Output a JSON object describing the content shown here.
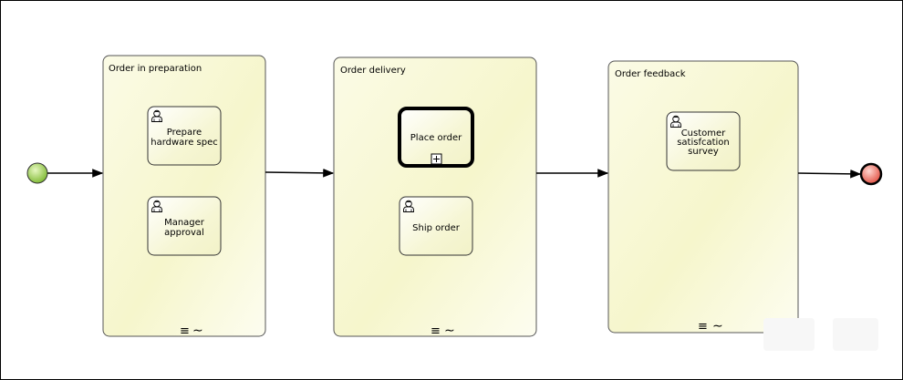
{
  "diagram": {
    "subprocesses": [
      {
        "id": "prep",
        "label": "Order in preparation"
      },
      {
        "id": "delivery",
        "label": "Order delivery"
      },
      {
        "id": "feedback",
        "label": "Order feedback"
      }
    ],
    "tasks": [
      {
        "id": "hw",
        "lines": [
          "Prepare",
          "hardware spec"
        ],
        "type": "user"
      },
      {
        "id": "mgr",
        "lines": [
          "Manager",
          "approval"
        ],
        "type": "user"
      },
      {
        "id": "place",
        "lines": [
          "Place order"
        ],
        "type": "call-activity"
      },
      {
        "id": "ship",
        "lines": [
          "Ship order"
        ],
        "type": "user"
      },
      {
        "id": "survey",
        "lines": [
          "Customer",
          "satisfcation",
          "survey"
        ],
        "type": "user"
      }
    ],
    "events": [
      {
        "id": "start",
        "type": "start",
        "color": "#8dc63f"
      },
      {
        "id": "end",
        "type": "end",
        "color": "#e8574d"
      }
    ],
    "markers": {
      "multi_instance": "≡",
      "adhoc": "∼"
    }
  }
}
